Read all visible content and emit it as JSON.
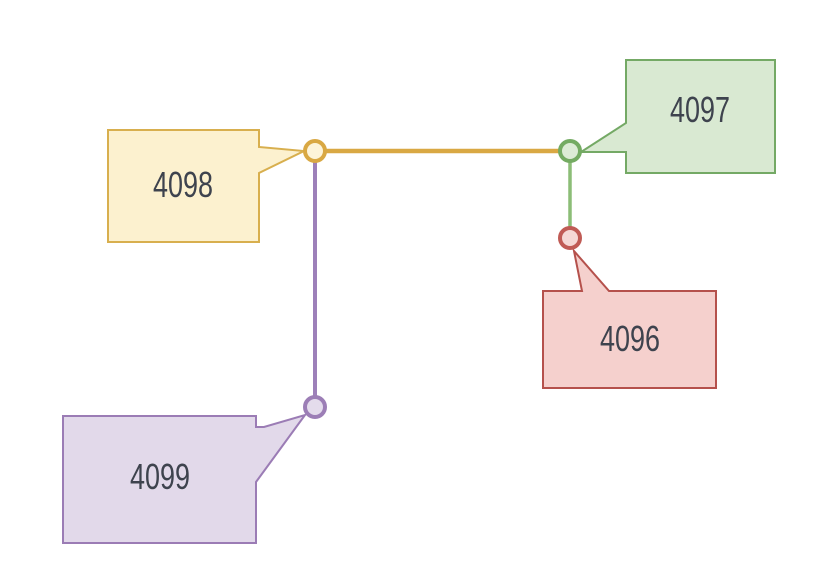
{
  "diagram": {
    "kind": "git-commit-graph",
    "background_color": "#ffffff",
    "label_text_color": "#3e434e",
    "commits": [
      {
        "id": "4096",
        "branch_color": "red",
        "box_fill": "#f5d0cd",
        "box_stroke": "#b5514c",
        "node_fill": "#f5d8d5",
        "node_stroke": "#c05b55"
      },
      {
        "id": "4097",
        "branch_color": "green",
        "box_fill": "#d9e9d2",
        "box_stroke": "#74a965",
        "node_fill": "#dcebd5",
        "node_stroke": "#74ab62"
      },
      {
        "id": "4098",
        "branch_color": "yellow",
        "box_fill": "#fcf1cf",
        "box_stroke": "#d8af4e",
        "node_fill": "#fdf4d9",
        "node_stroke": "#d9a843"
      },
      {
        "id": "4099",
        "branch_color": "purple",
        "box_fill": "#e2d9ea",
        "box_stroke": "#9b7cb5",
        "node_fill": "#e4dcec",
        "node_stroke": "#9c7eb6"
      }
    ],
    "edges": [
      {
        "from": "4098",
        "to": "4097",
        "color": "#d9a843"
      },
      {
        "from": "4097",
        "to": "4096",
        "color": "#8cbd77"
      },
      {
        "from": "4098",
        "to": "4099",
        "color": "#9d80b9"
      }
    ]
  }
}
